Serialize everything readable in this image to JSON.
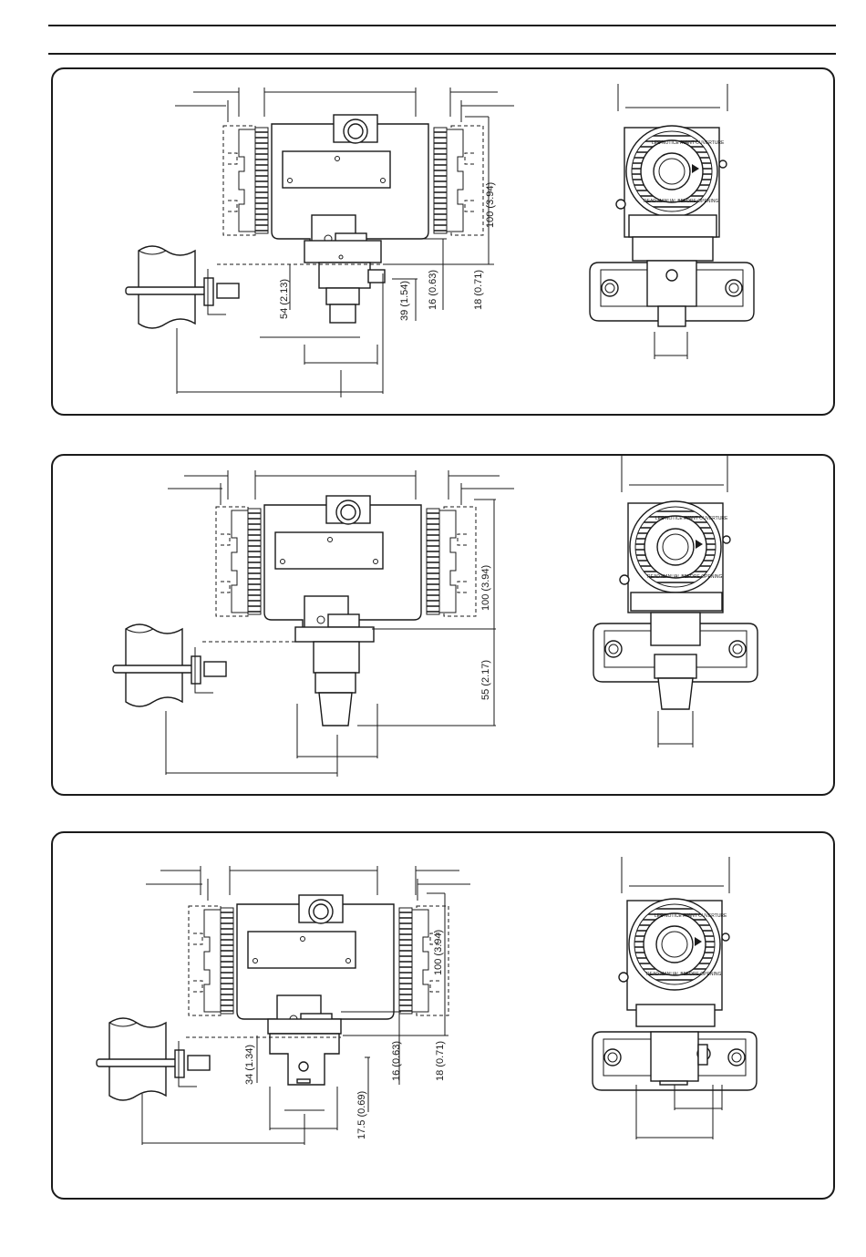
{
  "panels": [
    {
      "id": "panel-1",
      "dimensions": [
        "100 (3.94)",
        "18 (0.71)",
        "16 (0.63)",
        "54 (2.13)",
        "39 (1.54)"
      ]
    },
    {
      "id": "panel-2",
      "dimensions": [
        "100 (3.94)",
        "55 (2.17)"
      ]
    },
    {
      "id": "panel-3",
      "dimensions": [
        "100 (3.94)",
        "18 (0.71)",
        "16 (0.63)",
        "34 (1.34)",
        "17.5 (0.69)"
      ]
    }
  ],
  "gauge_text": {
    "arc_1": "LEE NOTICE AVANT OUVERTURE",
    "arc_2": "READ MANUAL BEFORE OPENING"
  }
}
